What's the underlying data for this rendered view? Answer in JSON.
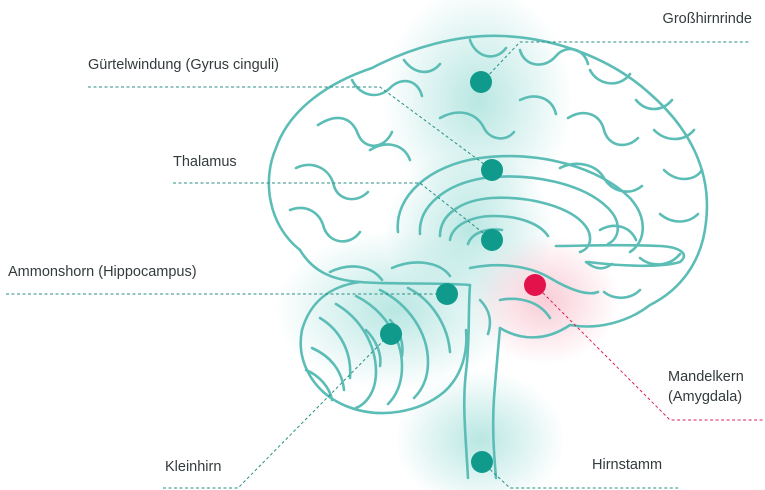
{
  "colors": {
    "brain_outline": "#5cbdb6",
    "teal_dot": "#109a8c",
    "amygdala_dot": "#e4124a",
    "teal_leader": "#2a8f86",
    "red_leader": "#d6245a",
    "label_text": "#333b3d"
  },
  "labels": {
    "grosshirnrinde": "Großhirnrinde",
    "guertelwindung": "Gürtelwindung (Gyrus cinguli)",
    "thalamus": "Thalamus",
    "ammonshorn": "Ammonshorn (Hippocampus)",
    "mandelkern_line1": "Mandelkern",
    "mandelkern_line2": "(Amygdala)",
    "kleinhirn": "Kleinhirn",
    "hirnstamm": "Hirnstamm"
  }
}
